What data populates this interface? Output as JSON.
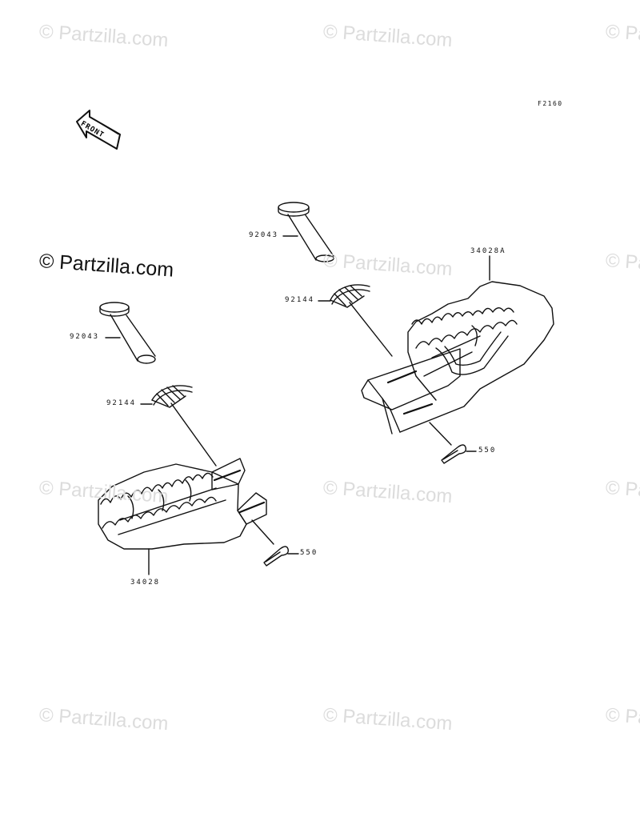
{
  "figure": {
    "code": "F2160",
    "front_marker": "FRONT"
  },
  "watermarks": {
    "text": "© Partzilla.com",
    "prominent_text": "© Partzilla.com"
  },
  "parts": {
    "pin_upper": "92043",
    "spring_upper": "92144",
    "footpeg_right": "34028A",
    "cotter_right": "550",
    "pin_lower": "92043",
    "spring_lower": "92144",
    "footpeg_left": "34028",
    "cotter_left": "550"
  },
  "colors": {
    "line": "#111111",
    "watermark": "#dcdcdc"
  }
}
